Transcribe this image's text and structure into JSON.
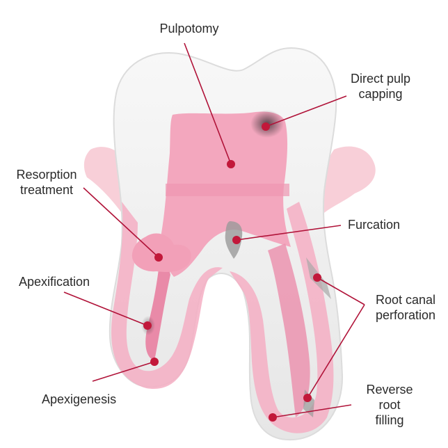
{
  "labels": {
    "pulpotomy": "Pulpotomy",
    "direct_pulp_capping": "Direct pulp\ncapping",
    "resorption_treatment": "Resorption\ntreatment",
    "furcation": "Furcation",
    "apexification": "Apexification",
    "root_canal_perforation": "Root canal\nperforation",
    "apexigenesis": "Apexigenesis",
    "reverse_root_filling": "Reverse root\nfilling"
  },
  "colors": {
    "pulp": "#f3a8bf",
    "pulp_dark": "#e26f95",
    "enamel": "#eeeeee",
    "gum": "#f7c8d2",
    "dot": "#c2183a",
    "leader": "#b01238",
    "shadow": "#6a4a55"
  }
}
